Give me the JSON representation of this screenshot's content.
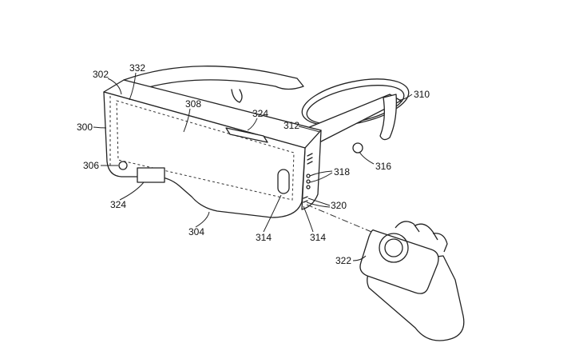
{
  "figure": {
    "labels": {
      "l302": "302",
      "l332": "332",
      "l308": "308",
      "l324_top": "324",
      "l310": "310",
      "l312": "312",
      "l300": "300",
      "l318": "318",
      "l306": "306",
      "l316": "316",
      "l324_bottom": "324",
      "l320": "320",
      "l304": "304",
      "l314_left": "314",
      "l314_right": "314",
      "l322": "322"
    }
  }
}
